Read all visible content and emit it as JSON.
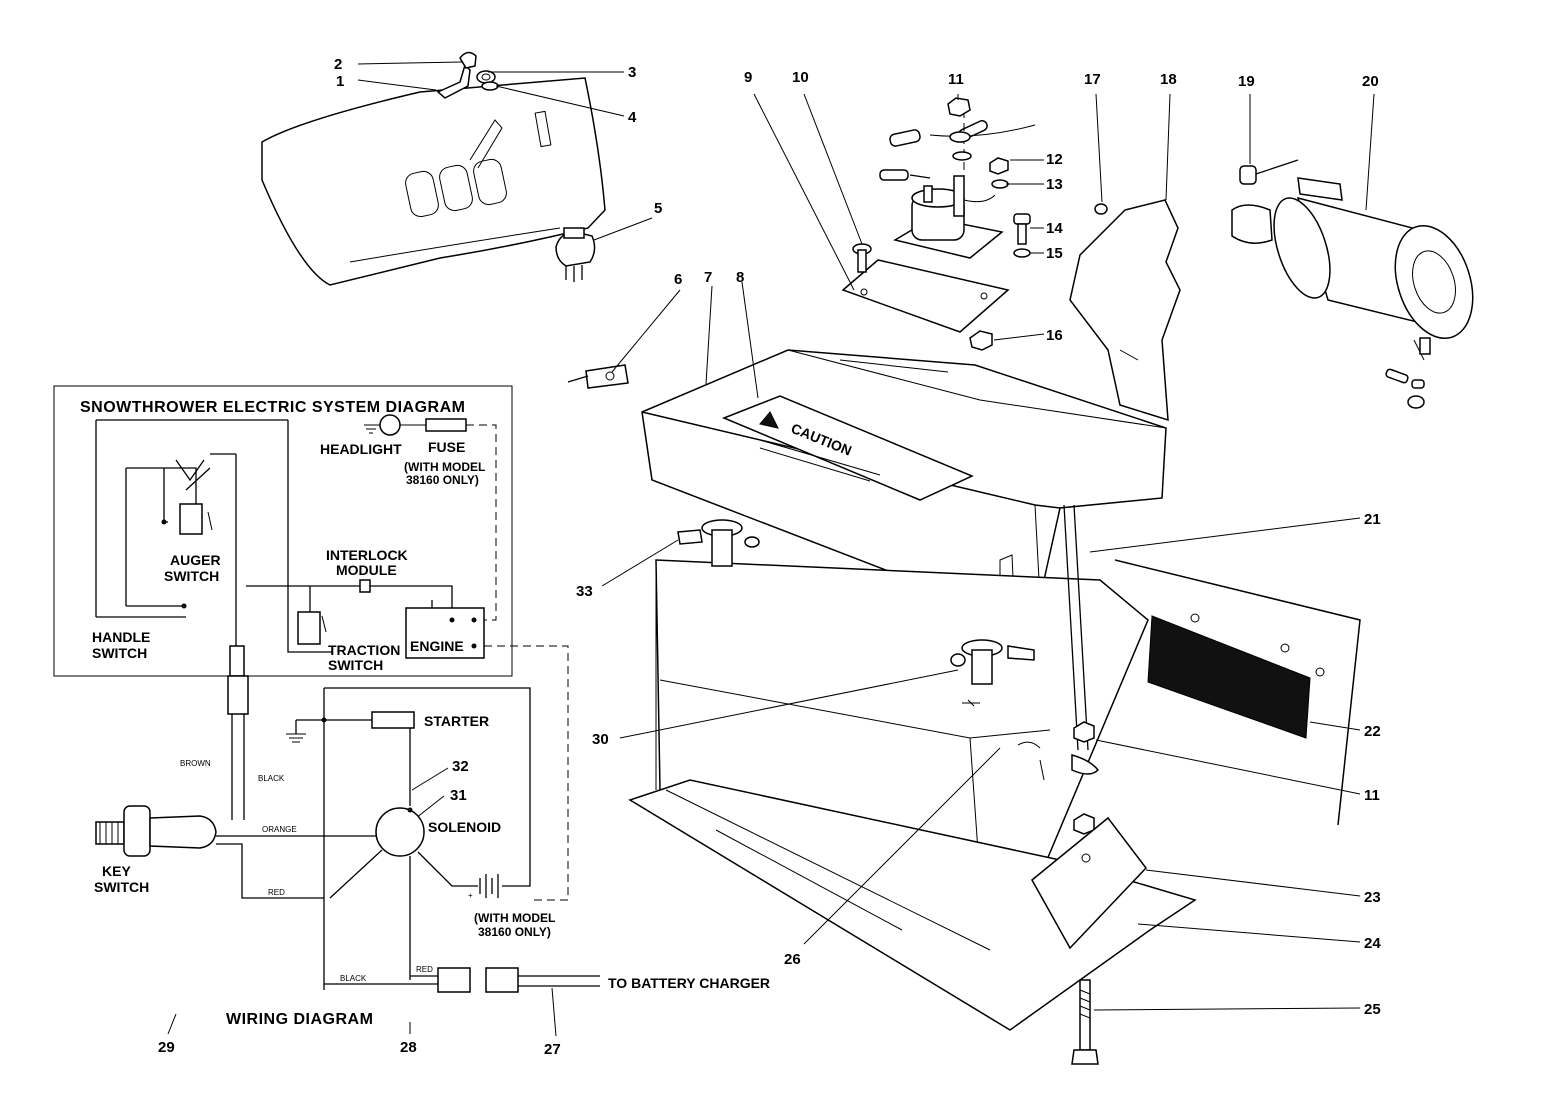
{
  "callouts": {
    "c1": "1",
    "c2": "2",
    "c3": "3",
    "c4": "4",
    "c5": "5",
    "c6": "6",
    "c7": "7",
    "c8": "8",
    "c9": "9",
    "c10": "10",
    "c11a": "11",
    "c11b": "11",
    "c12": "12",
    "c13": "13",
    "c14": "14",
    "c15": "15",
    "c16": "16",
    "c17": "17",
    "c18": "18",
    "c19": "19",
    "c20": "20",
    "c21": "21",
    "c22": "22",
    "c23": "23",
    "c24": "24",
    "c25": "25",
    "c26": "26",
    "c27": "27",
    "c28": "28",
    "c29": "29",
    "c30": "30",
    "c31": "31",
    "c32": "32",
    "c33": "33"
  },
  "battery": {
    "caution": "CAUTION"
  },
  "system_diagram": {
    "title": "SNOWTHROWER ELECTRIC SYSTEM DIAGRAM",
    "headlight": "HEADLIGHT",
    "fuse": "FUSE",
    "fuse_note_1": "(WITH MODEL",
    "fuse_note_2": "38160 ONLY)",
    "auger_1": "AUGER",
    "auger_2": "SWITCH",
    "interlock_1": "INTERLOCK",
    "interlock_2": "MODULE",
    "handle_1": "HANDLE",
    "handle_2": "SWITCH",
    "traction_1": "TRACTION",
    "traction_2": "SWITCH",
    "engine": "ENGINE"
  },
  "wiring_diagram": {
    "title": "WIRING DIAGRAM",
    "starter": "STARTER",
    "solenoid": "SOLENOID",
    "key_1": "KEY",
    "key_2": "SWITCH",
    "wire_brown": "BROWN",
    "wire_black_top": "BLACK",
    "wire_orange": "ORANGE",
    "wire_red": "RED",
    "wire_black_bottom": "BLACK",
    "wire_red_bottom": "RED",
    "model_note_1": "(WITH MODEL",
    "model_note_2": "38160 ONLY)",
    "charger": "TO BATTERY CHARGER"
  }
}
